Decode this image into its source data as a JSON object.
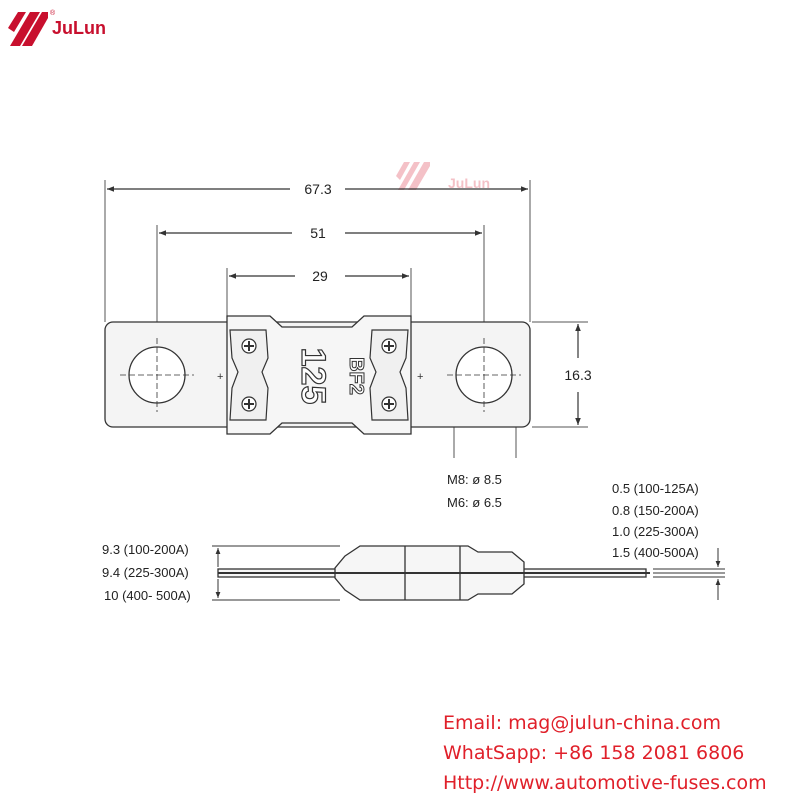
{
  "brand": {
    "name": "JuLun",
    "color": "#c8102e",
    "registered": "®"
  },
  "watermark": {
    "name": "JuLun"
  },
  "dimensions": {
    "overall_length": "67.3",
    "hole_spacing": "51",
    "body_length": "29",
    "height": "16.3",
    "hole_m8": "M8: ø 8.5",
    "hole_m6": "M6: ø 6.5"
  },
  "fuse_marking": {
    "rating": "125",
    "code": "BF2"
  },
  "body_thickness": [
    "9.3 (100-200A)",
    "9.4 (225-300A)",
    "10 (400- 500A)"
  ],
  "terminal_thickness": [
    "0.5 (100-125A)",
    "0.8 (150-200A)",
    "1.0 (225-300A)",
    "1.5 (400-500A)"
  ],
  "contact": {
    "email": "Email: mag@julun-china.com",
    "whatsapp": "WhatSapp: +86 158 2081 6806",
    "website": "Http://www.automotive-fuses.com",
    "color": "#e0202a"
  }
}
